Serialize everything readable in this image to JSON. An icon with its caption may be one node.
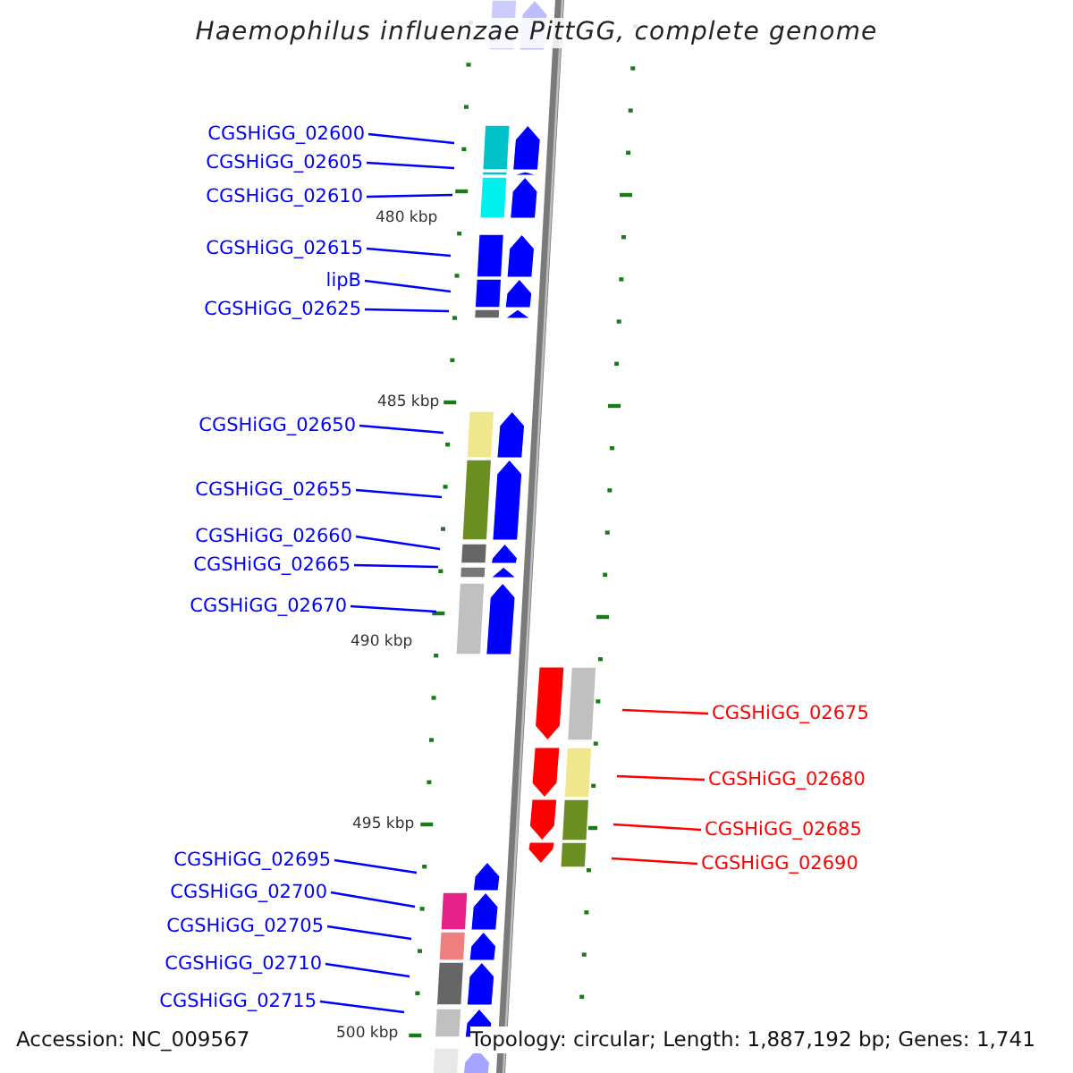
{
  "diagram": {
    "title": "Haemophilus influenzae PittGG, complete genome",
    "nodes": [
      {
        "text": [
          "CGSHiGG_02600"
        ]
      },
      {
        "text": [
          "CGSHiGG_02605"
        ]
      },
      {
        "text": [
          "CGSHiGG_02610"
        ]
      },
      {
        "text": [
          "CGSHiGG_02615"
        ]
      },
      {
        "text": [
          "lipB"
        ]
      },
      {
        "text": [
          "CGSHiGG_02625"
        ]
      },
      {
        "text": [
          "CGSHiGG_02650"
        ]
      },
      {
        "text": [
          "CGSHiGG_02655"
        ]
      },
      {
        "text": [
          "CGSHiGG_02660"
        ]
      },
      {
        "text": [
          "CGSHiGG_02665"
        ]
      },
      {
        "text": [
          "CGSHiGG_02670"
        ]
      },
      {
        "text": [
          "CGSHiGG_02675"
        ]
      },
      {
        "text": [
          "CGSHiGG_02680"
        ]
      },
      {
        "text": [
          "CGSHiGG_02685"
        ]
      },
      {
        "text": [
          "CGSHiGG_02690"
        ]
      },
      {
        "text": [
          "CGSHiGG_02695"
        ]
      },
      {
        "text": [
          "CGSHiGG_02700"
        ]
      },
      {
        "text": [
          "CGSHiGG_02705"
        ]
      },
      {
        "text": [
          "CGSHiGG_02710"
        ]
      },
      {
        "text": [
          "CGSHiGG_02715"
        ]
      }
    ],
    "edges": [
      {
        "from": 0,
        "to": null,
        "arrow": "none"
      },
      {
        "from": 1,
        "to": null,
        "arrow": "none"
      },
      {
        "from": 2,
        "to": null,
        "arrow": "none"
      },
      {
        "from": 3,
        "to": null,
        "arrow": "none"
      },
      {
        "from": 4,
        "to": null,
        "arrow": "none"
      },
      {
        "from": 5,
        "to": null,
        "arrow": "none"
      },
      {
        "from": 6,
        "to": null,
        "arrow": "none"
      },
      {
        "from": 7,
        "to": null,
        "arrow": "none"
      },
      {
        "from": 8,
        "to": null,
        "arrow": "none"
      },
      {
        "from": 9,
        "to": null,
        "arrow": "none"
      },
      {
        "from": 10,
        "to": null,
        "arrow": "none"
      },
      {
        "from": 11,
        "to": null,
        "arrow": "none",
        "color": "#ff0000"
      },
      {
        "from": 12,
        "to": null,
        "arrow": "none",
        "color": "#ff0000"
      },
      {
        "from": 13,
        "to": null,
        "arrow": "none",
        "color": "#ff0000"
      },
      {
        "from": 14,
        "to": null,
        "arrow": "none",
        "color": "#ff0000"
      },
      {
        "from": 15,
        "to": null,
        "arrow": "none"
      },
      {
        "from": 16,
        "to": null,
        "arrow": "none"
      },
      {
        "from": 17,
        "to": null,
        "arrow": "none"
      },
      {
        "from": 18,
        "to": null,
        "arrow": "none"
      },
      {
        "from": 19,
        "to": null,
        "arrow": "none"
      }
    ],
    "labels": [
      "480 kbp",
      "485 kbp",
      "490 kbp",
      "495 kbp",
      "500 kbp",
      "Accession: NC_009567",
      "Topology: circular; Length: 1,887,192 bp; Genes: 1,741"
    ]
  }
}
